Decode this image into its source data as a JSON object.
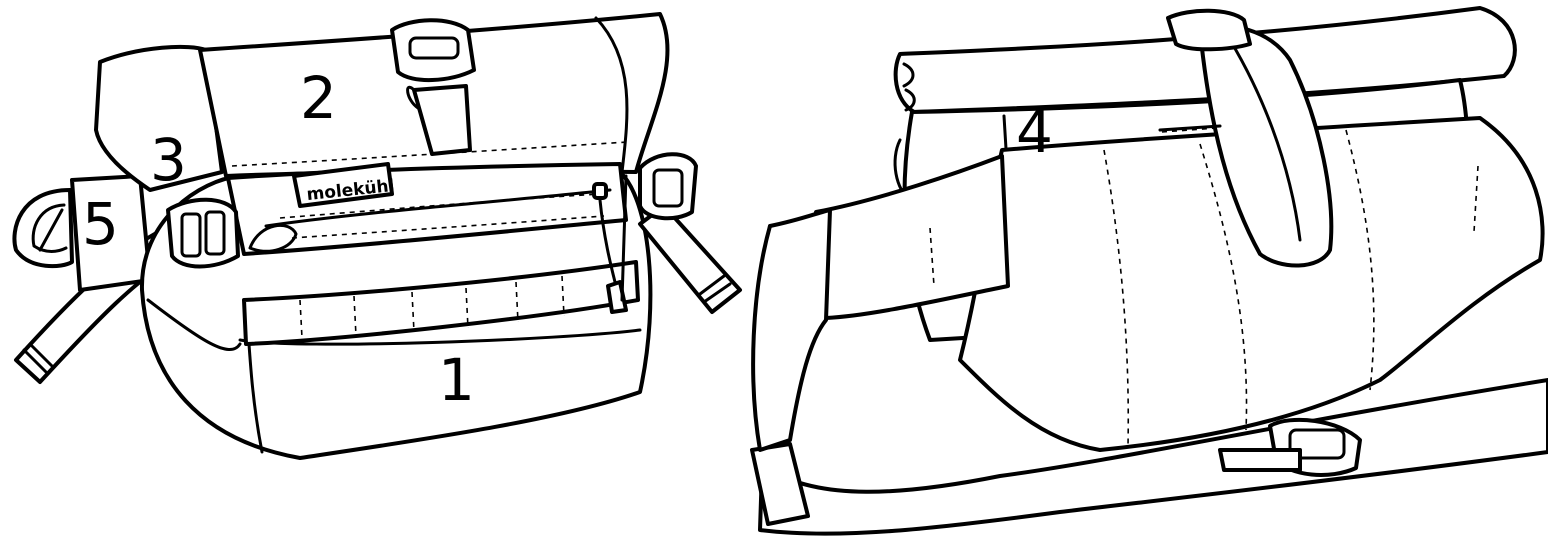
{
  "brand_label": "molekühl",
  "callouts": {
    "c1": "1",
    "c2": "2",
    "c3": "3",
    "c4": "4",
    "c5": "5"
  },
  "colors": {
    "ink": "#000000",
    "paper": "#ffffff"
  }
}
